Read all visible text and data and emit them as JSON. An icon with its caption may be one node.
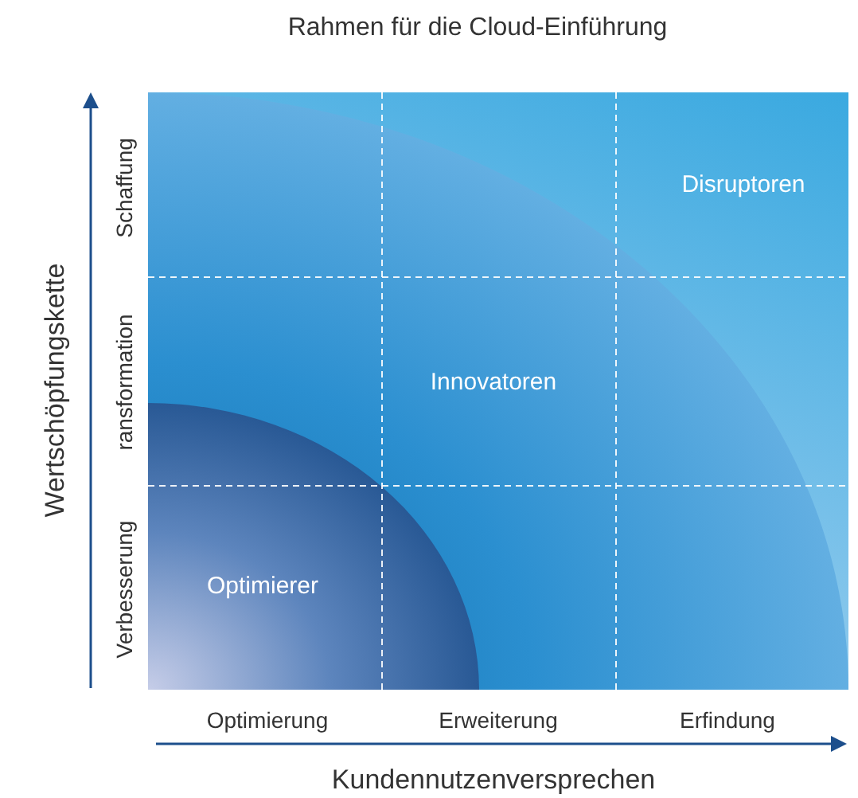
{
  "diagram": {
    "title": "Rahmen für die Cloud-Einführung",
    "nodes": [
      {
        "text": [
          "Disruptoren"
        ]
      },
      {
        "text": [
          "Innovatoren"
        ],
        "in": 0
      },
      {
        "text": [
          "Optimierer"
        ],
        "in": 1
      }
    ],
    "labels": [
      "Wertschöpfungskette",
      "Schaffung",
      "ransformation",
      "Verbesserung",
      "Optimierung",
      "Erweiterung",
      "Erfindung",
      "Kundennutzenversprechen"
    ]
  }
}
